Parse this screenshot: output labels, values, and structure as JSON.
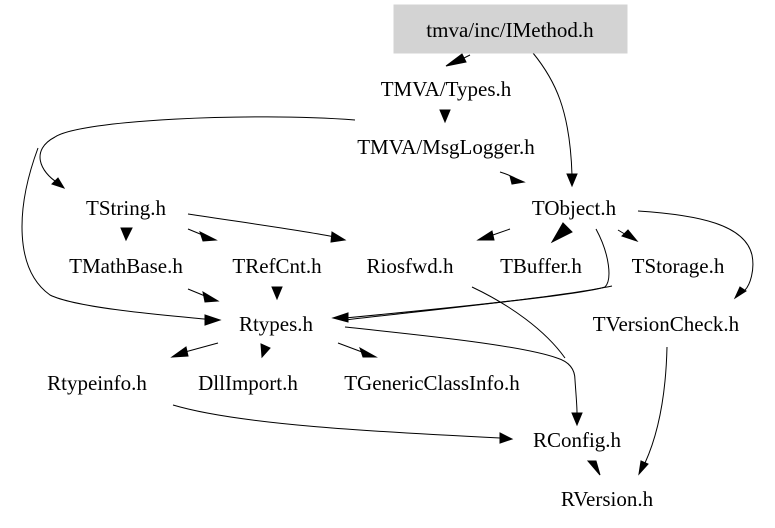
{
  "graph": {
    "title": "tmva/inc/IMethod.h include dependency graph",
    "root_fill": "#d3d3d3",
    "nodes": [
      {
        "id": "imethod",
        "label": "tmva/inc/IMethod.h",
        "root": true
      },
      {
        "id": "types",
        "label": "TMVA/Types.h"
      },
      {
        "id": "msglogger",
        "label": "TMVA/MsgLogger.h"
      },
      {
        "id": "tstring",
        "label": "TString.h"
      },
      {
        "id": "tobject",
        "label": "TObject.h"
      },
      {
        "id": "tmathbase",
        "label": "TMathBase.h"
      },
      {
        "id": "trefcnt",
        "label": "TRefCnt.h"
      },
      {
        "id": "riosfwd",
        "label": "Riosfwd.h"
      },
      {
        "id": "tbuffer",
        "label": "TBuffer.h"
      },
      {
        "id": "tstorage",
        "label": "TStorage.h"
      },
      {
        "id": "rtypes",
        "label": "Rtypes.h"
      },
      {
        "id": "tversioncheck",
        "label": "TVersionCheck.h"
      },
      {
        "id": "rtypeinfo",
        "label": "Rtypeinfo.h"
      },
      {
        "id": "dllimport",
        "label": "DllImport.h"
      },
      {
        "id": "tgenericclassinfo",
        "label": "TGenericClassInfo.h"
      },
      {
        "id": "rconfig",
        "label": "RConfig.h"
      },
      {
        "id": "rversion",
        "label": "RVersion.h"
      }
    ],
    "edges": [
      {
        "from": "imethod",
        "to": "types"
      },
      {
        "from": "imethod",
        "to": "tobject"
      },
      {
        "from": "types",
        "to": "msglogger"
      },
      {
        "from": "types",
        "to": "tstring"
      },
      {
        "from": "types",
        "to": "rtypes"
      },
      {
        "from": "msglogger",
        "to": "tobject"
      },
      {
        "from": "tstring",
        "to": "tmathbase"
      },
      {
        "from": "tstring",
        "to": "trefcnt"
      },
      {
        "from": "tstring",
        "to": "riosfwd"
      },
      {
        "from": "tobject",
        "to": "riosfwd"
      },
      {
        "from": "tobject",
        "to": "tbuffer"
      },
      {
        "from": "tobject",
        "to": "tstorage"
      },
      {
        "from": "tobject",
        "to": "tversioncheck"
      },
      {
        "from": "tobject",
        "to": "rtypes"
      },
      {
        "from": "tmathbase",
        "to": "rtypes"
      },
      {
        "from": "trefcnt",
        "to": "rtypes"
      },
      {
        "from": "tstorage",
        "to": "rtypes"
      },
      {
        "from": "riosfwd",
        "to": "rconfig"
      },
      {
        "from": "rtypes",
        "to": "rtypeinfo"
      },
      {
        "from": "rtypes",
        "to": "dllimport"
      },
      {
        "from": "rtypes",
        "to": "tgenericclassinfo"
      },
      {
        "from": "rtypes",
        "to": "rconfig"
      },
      {
        "from": "rtypeinfo",
        "to": "rconfig"
      },
      {
        "from": "tversioncheck",
        "to": "rversion"
      },
      {
        "from": "rconfig",
        "to": "rversion"
      }
    ]
  }
}
